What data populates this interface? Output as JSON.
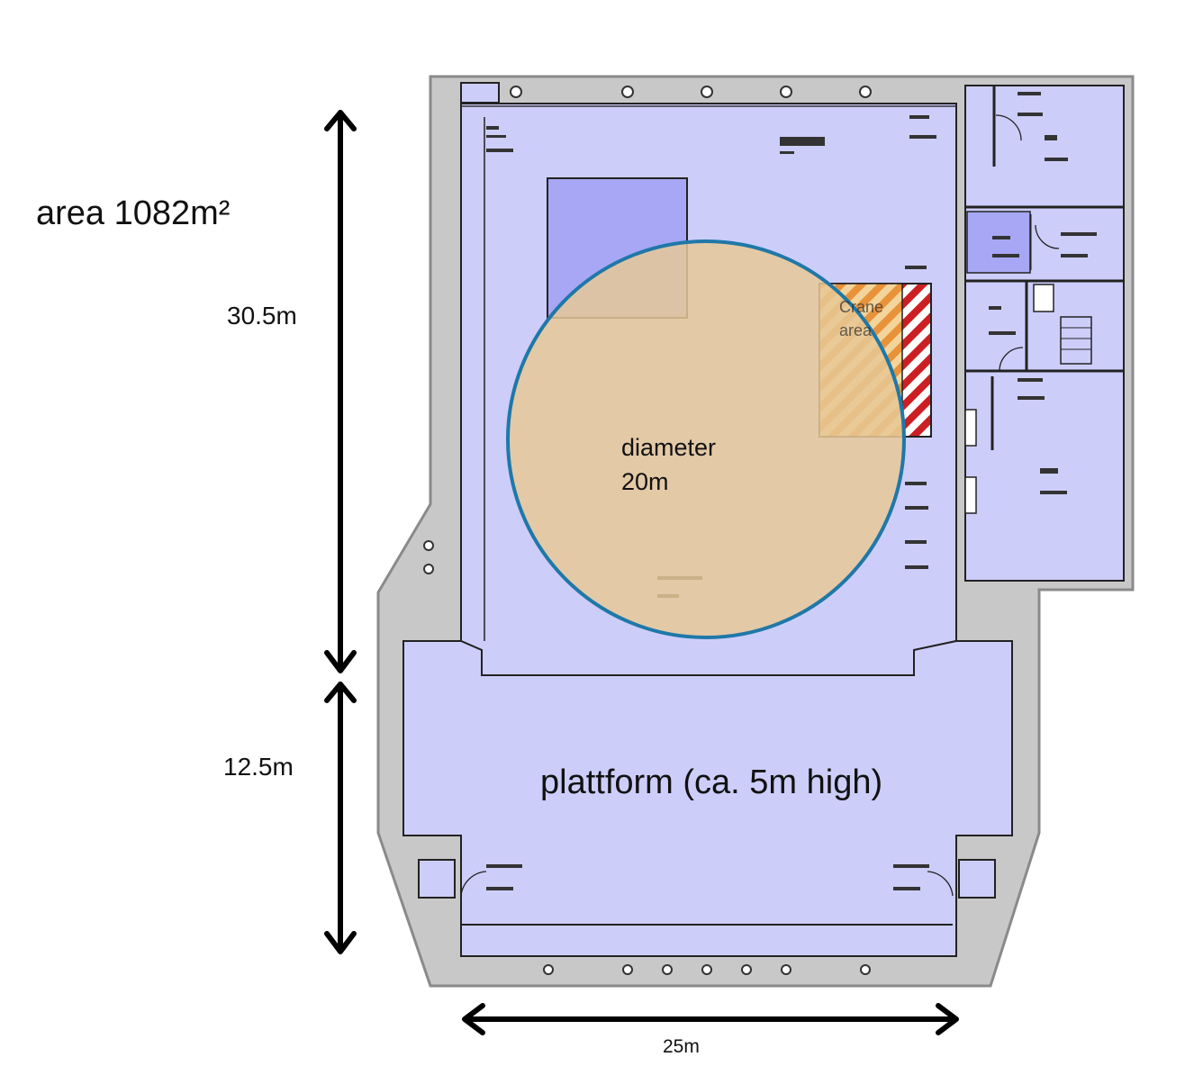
{
  "labels": {
    "area": "area 1082m²",
    "height_upper": "30.5m",
    "height_lower": "12.5m",
    "width": "25m",
    "circle_line1": "diameter",
    "circle_line2": "20m",
    "crane_line1": "Crane",
    "crane_line2": "area",
    "platform": "plattform (ca. 5m high)"
  },
  "colors": {
    "wall": "#c8c8c8",
    "floor": "#cdcdfa",
    "room_dark": "#a7a7f5",
    "circle_fill": "#e6c896",
    "circle_stroke": "#1f78a8",
    "crane_red": "#cc1f24",
    "crane_orange": "#e8923a"
  }
}
